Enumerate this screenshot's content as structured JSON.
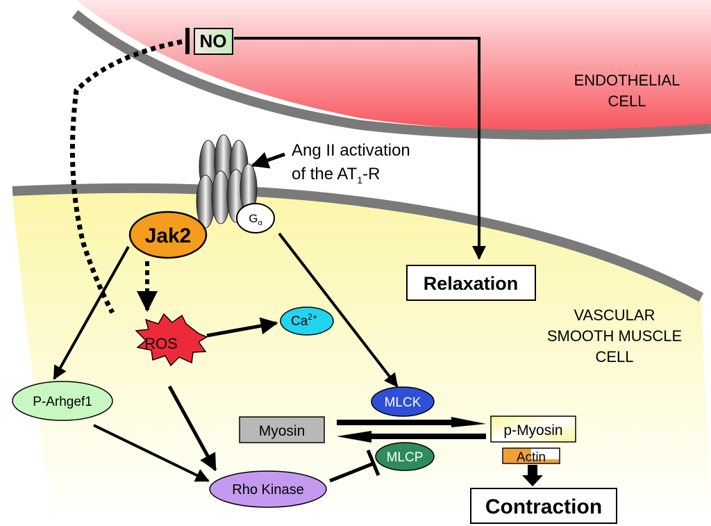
{
  "regions": {
    "endothelial": [
      "ENDOTHELIAL",
      "CELL"
    ],
    "vsmc": [
      "VASCULAR",
      "SMOOTH MUSCLE",
      "CELL"
    ]
  },
  "receptor_note": {
    "line1": "Ang II activation",
    "line2_prefix": "of the AT",
    "line2_sub": "1",
    "line2_suffix": "-R"
  },
  "nodes": {
    "no": "NO",
    "relaxation": "Relaxation",
    "jak2": "Jak2",
    "g_alpha_main": "G",
    "g_alpha_sub": "α",
    "ros": "ROS",
    "ca_main": "Ca",
    "ca_sup": "2+",
    "p_arhgef1": "P-Arhgef1",
    "mlck": "MLCK",
    "myosin": "Myosin",
    "p_myosin": "p-Myosin",
    "actin": "Actin",
    "mlcp": "MLCP",
    "rho_kinase": "Rho Kinase",
    "contraction": "Contraction"
  },
  "colors": {
    "endothelial_fill": "#f8565f",
    "vsmc_fill": "#fbf59a",
    "membrane": "#7a7a7a",
    "jak2": "#f39c1e",
    "ros": "#ee2a3a",
    "calcium": "#22d4f0",
    "p_arhgef1": "#c8f7c2",
    "mlck": "#2e4fd6",
    "mlcp": "#2f8a5c",
    "rho_kinase": "#c49af0",
    "myosin_box": "#b8b8b8",
    "actin": "#f0a033"
  }
}
